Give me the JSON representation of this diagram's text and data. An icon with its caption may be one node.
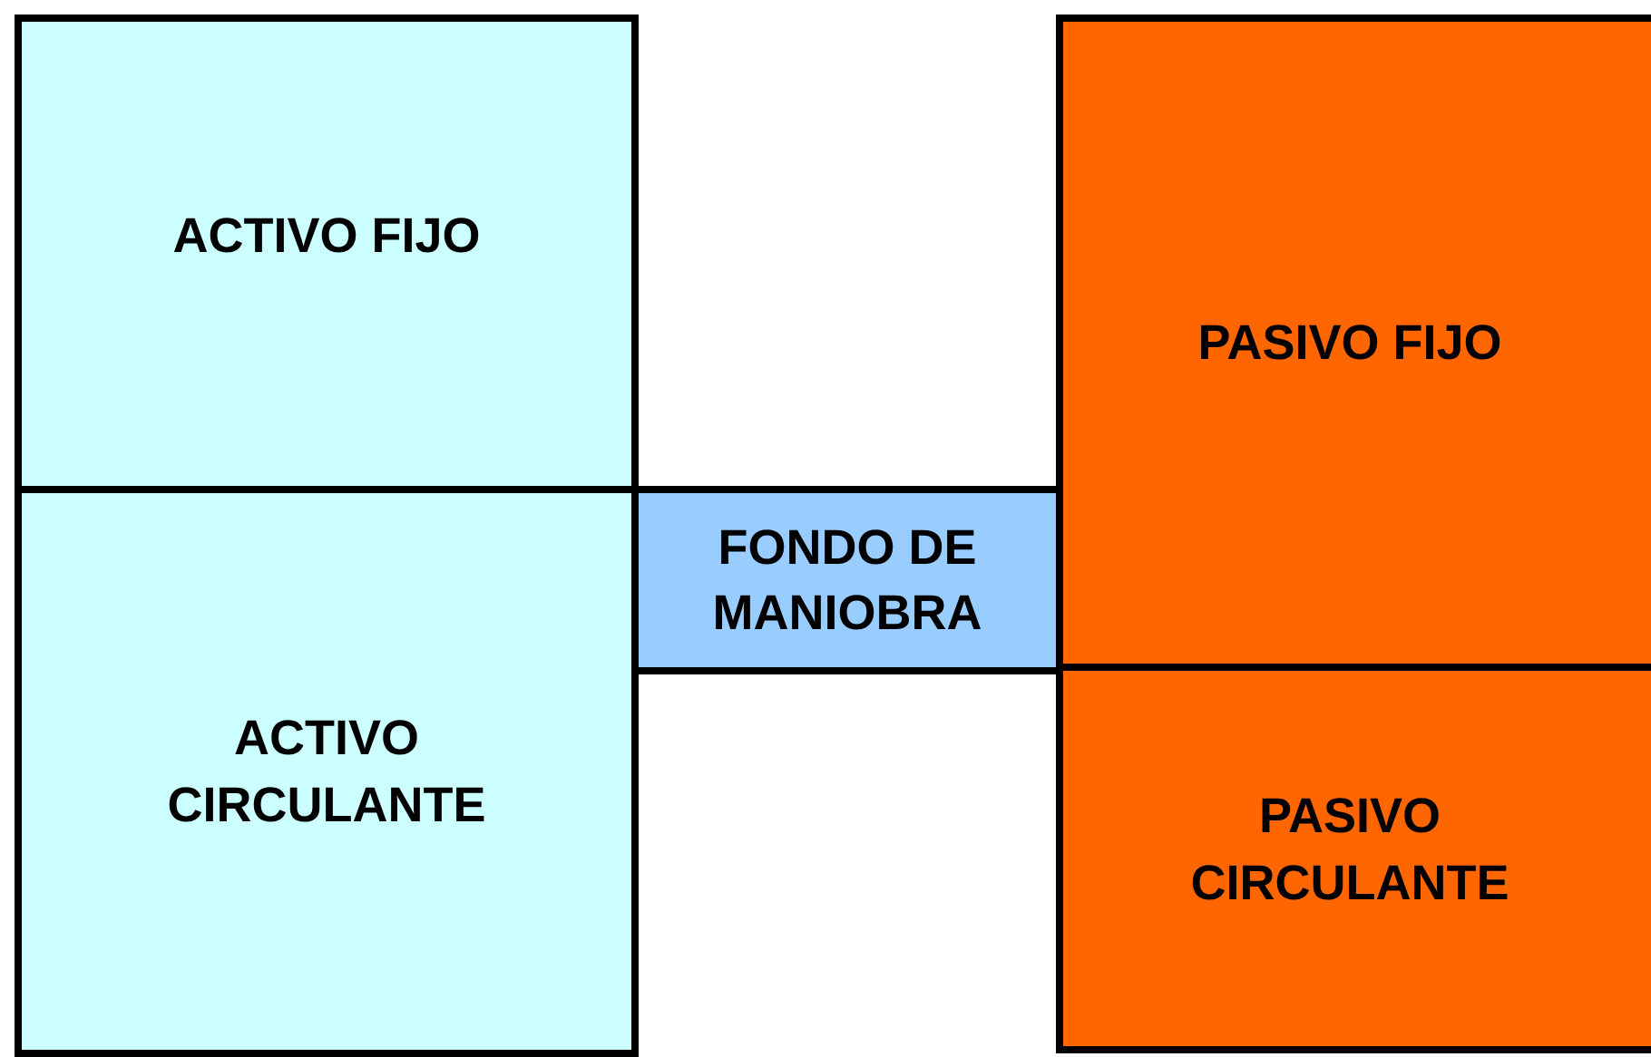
{
  "diagram": {
    "nodes": [
      {
        "text": [
          "ACTIVO FIJO"
        ]
      },
      {
        "text": [
          "ACTIVO CIRCULANTE"
        ]
      },
      {
        "text": [
          "FONDO DE MANIOBRA"
        ]
      },
      {
        "text": [
          "PASIVO FIJO"
        ]
      },
      {
        "text": [
          "PASIVO CIRCULANTE"
        ]
      }
    ]
  }
}
